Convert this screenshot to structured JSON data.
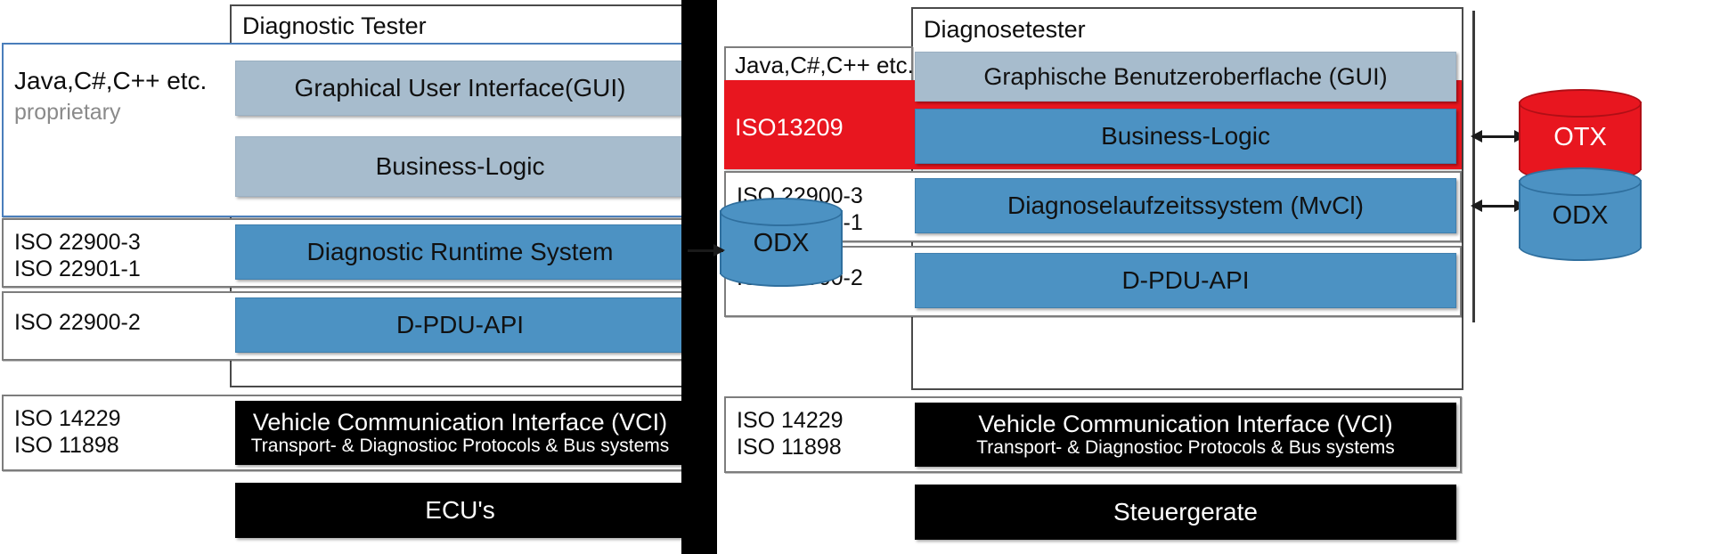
{
  "diagram": {
    "title_left": "Diagnostic Tester",
    "title_right": "Diagnosetester"
  },
  "left": {
    "tester_title": "Diagnostic Tester",
    "app_layer": {
      "lang_label": "Java,C#,C++ etc.",
      "lang_sub": "proprietary",
      "gui_bar": "Graphical User Interface(GUI)",
      "logic_bar": "Business-Logic"
    },
    "runtime_layer": {
      "iso_label": "ISO 22900-3\nISO 22901-1",
      "bar": "Diagnostic Runtime System"
    },
    "pdu_layer": {
      "iso_label": "ISO 22900-2",
      "bar": "D-PDU-API"
    },
    "vci_layer": {
      "iso_label": "ISO 14229\nISO 11898",
      "bar_title": "Vehicle Communication Interface (VCI)",
      "bar_sub": "Transport- & Diagnostioc Protocols & Bus systems"
    },
    "ecu_bar": "ECU's",
    "odx": "ODX"
  },
  "right": {
    "tester_title": "Diagnosetester",
    "app_layer": {
      "lang_label": "Java,C#,C++ etc.",
      "gui_bar": "Graphische Benutzeroberflache (GUI)",
      "logic_bar": "Business-Logic",
      "iso_band": "ISO13209"
    },
    "runtime_layer": {
      "iso_label": "ISO 22900-3\nISO 22901-1",
      "bar": "Diagnoselaufzeitssystem (MvCl)"
    },
    "pdu_layer": {
      "iso_label": "ISO 22900-2",
      "bar": "D-PDU-API"
    },
    "vci_layer": {
      "iso_label": "ISO 14229\nISO 11898",
      "bar_title": "Vehicle Communication Interface (VCI)",
      "bar_sub": "Transport- & Diagnostioc Protocols & Bus systems"
    },
    "ecu_bar": "Steuergerate",
    "otx": "OTX",
    "odx": "ODX"
  },
  "colors": {
    "grey_blue_bar": "#a7bccd",
    "blue_bar": "#4c92c3",
    "red_band": "#e8161f",
    "black_bar": "#000000",
    "blue_border": "#4a7ebb"
  }
}
